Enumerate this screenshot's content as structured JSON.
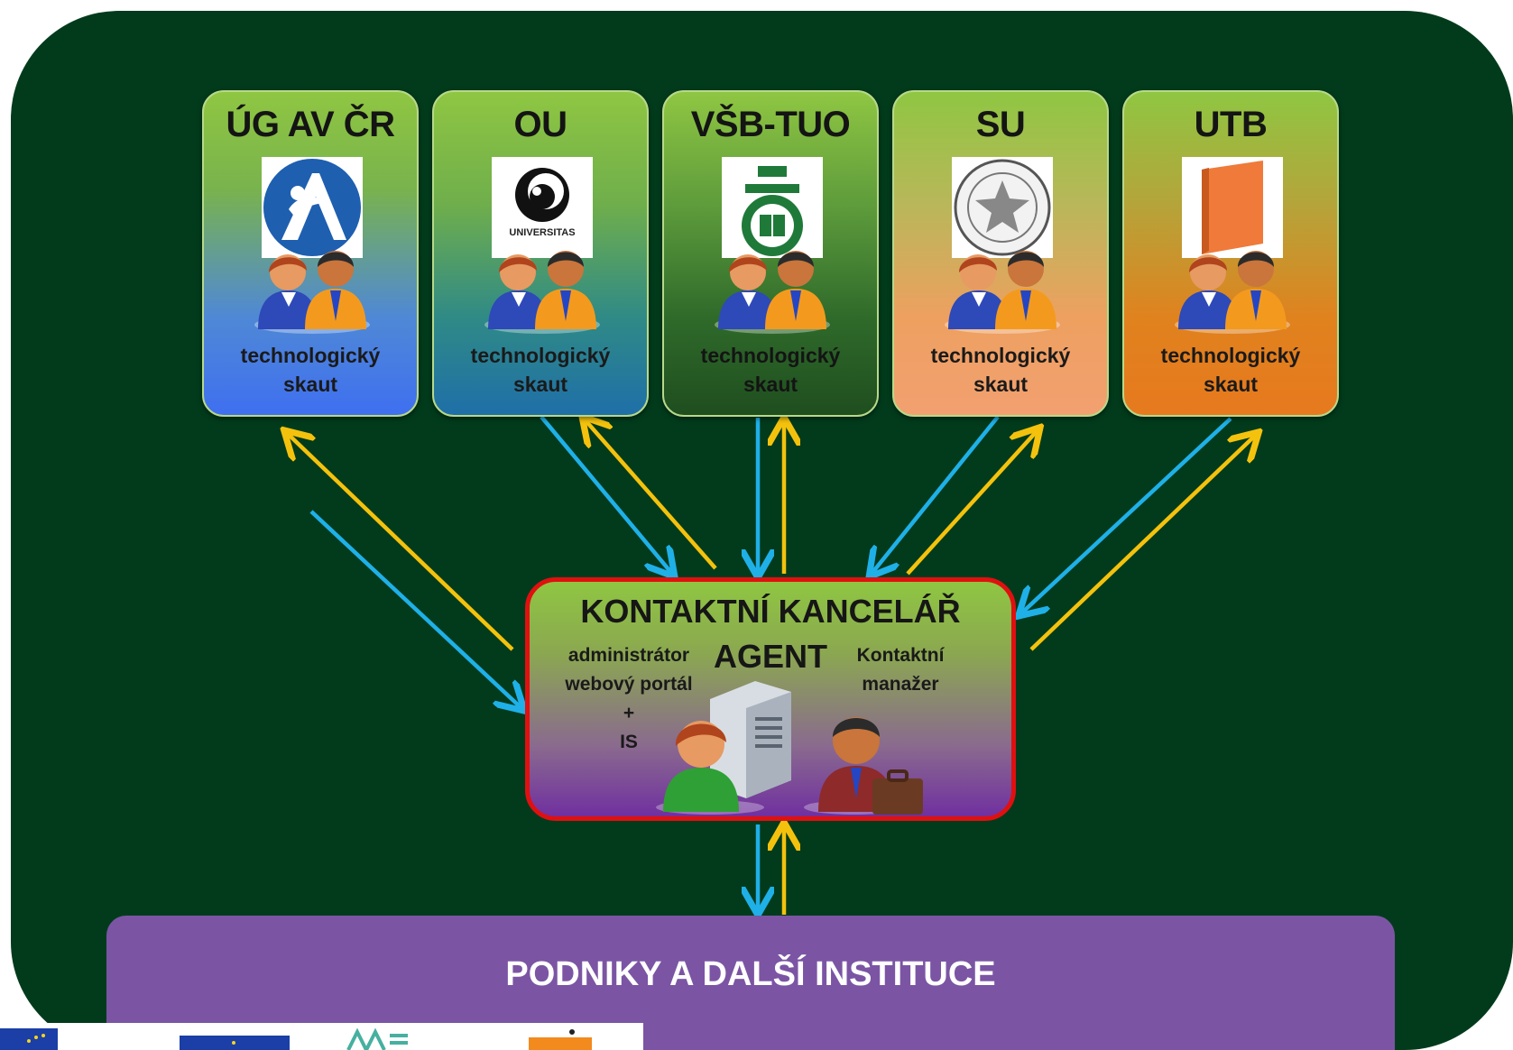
{
  "universities": [
    {
      "name": "ÚG AV ČR",
      "role_line1": "technologický",
      "role_line2": "skaut"
    },
    {
      "name": "OU",
      "role_line1": "technologický",
      "role_line2": "skaut"
    },
    {
      "name": "VŠB-TUO",
      "role_line1": "technologický",
      "role_line2": "skaut"
    },
    {
      "name": "SU",
      "role_line1": "technologický",
      "role_line2": "skaut"
    },
    {
      "name": "UTB",
      "role_line1": "technologický",
      "role_line2": "skaut"
    }
  ],
  "ou_logo_text": "UNIVERSITAS",
  "office": {
    "title": "KONTAKTNÍ KANCELÁŘ",
    "agent": "AGENT",
    "admin_line1": "administrátor",
    "admin_line2": "webový portál",
    "admin_line3": "+",
    "admin_line4": "IS",
    "manager_line1": "Kontaktní",
    "manager_line2": "manažer"
  },
  "companies": {
    "title": "PODNIKY A DALŠÍ INSTITUCE"
  },
  "colors": {
    "background": "#023b1c",
    "arrow_down": "#1fb0e8",
    "arrow_up": "#f4c20d",
    "office_border": "#e01010",
    "companies_bar": "#7b55a4"
  }
}
